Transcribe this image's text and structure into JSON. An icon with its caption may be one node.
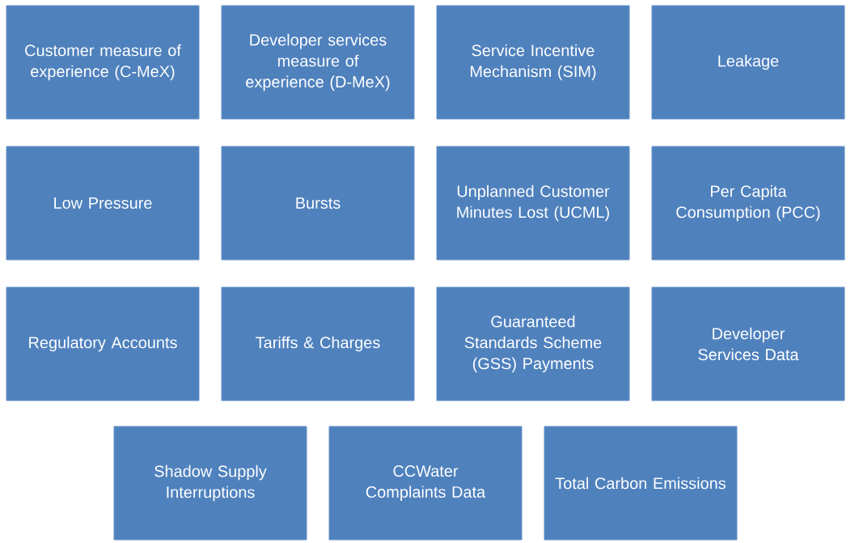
{
  "diagram": {
    "nodes": [
      {
        "text": [
          "Customer measure of experience (C-MeX)"
        ]
      },
      {
        "text": [
          "Developer services measure of experience (D-MeX)"
        ]
      },
      {
        "text": [
          "Service Incentive Mechanism (SIM)"
        ]
      },
      {
        "text": [
          "Leakage"
        ]
      },
      {
        "text": [
          "Low Pressure"
        ]
      },
      {
        "text": [
          "Bursts"
        ]
      },
      {
        "text": [
          "Unplanned Customer Minutes Lost (UCML)"
        ]
      },
      {
        "text": [
          "Per Capita Consumption (PCC)"
        ]
      },
      {
        "text": [
          "Regulatory Accounts"
        ]
      },
      {
        "text": [
          "Tariffs & Charges"
        ]
      },
      {
        "text": [
          "Guaranteed Standards Scheme (GSS) Payments"
        ]
      },
      {
        "text": [
          "Developer Services Data"
        ]
      },
      {
        "text": [
          "Shadow Supply Interruptions"
        ]
      },
      {
        "text": [
          "CCWater Complaints Data"
        ]
      },
      {
        "text": [
          "Total Carbon Emissions"
        ]
      }
    ]
  }
}
